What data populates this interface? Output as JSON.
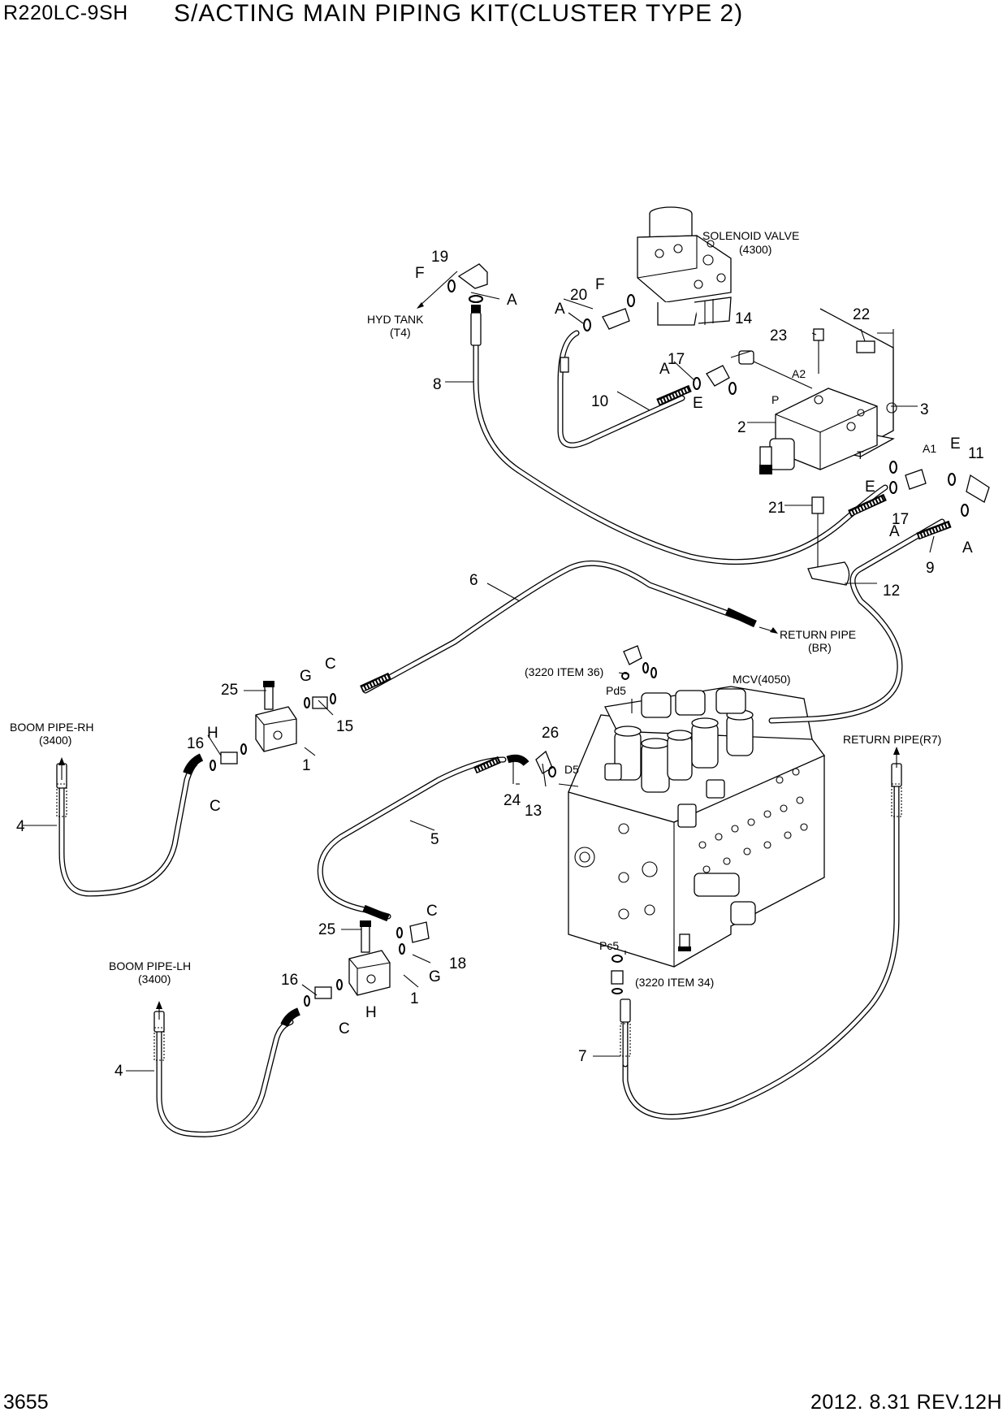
{
  "header": {
    "model": "R220LC-9SH",
    "title": "S/ACTING MAIN PIPING KIT(CLUSTER TYPE 2)"
  },
  "footer": {
    "page_number": "3655",
    "date_rev": "2012. 8.31  REV.12H"
  },
  "labels": {
    "solenoid_valve": "SOLENOID VALVE",
    "solenoid_valve_ref": "(4300)",
    "hyd_tank": "HYD TANK",
    "hyd_tank_ref": "(T4)",
    "return_pipe_br": "RETURN PIPE",
    "return_pipe_br_ref": "(BR)",
    "return_pipe_r7": "RETURN PIPE(R7)",
    "mcv": "MCV(4050)",
    "ref_3220_36": "(3220 ITEM 36)",
    "ref_3220_34": "(3220 ITEM 34)",
    "boom_pipe_rh": "BOOM PIPE-RH",
    "boom_pipe_rh_ref": "(3400)",
    "boom_pipe_lh": "BOOM PIPE-LH",
    "boom_pipe_lh_ref": "(3400)",
    "port_a2": "A2",
    "port_p": "P",
    "port_t": "T",
    "port_a1": "A1",
    "port_pd5": "Pd5",
    "port_d5": "D5",
    "port_pc5": "Pc5"
  },
  "callouts": {
    "n1a": "1",
    "n1b": "1",
    "n2": "2",
    "n3": "3",
    "n4a": "4",
    "n4b": "4",
    "n5": "5",
    "n6": "6",
    "n7": "7",
    "n8": "8",
    "n9": "9",
    "n10": "10",
    "n11": "11",
    "n12": "12",
    "n13": "13",
    "n14": "14",
    "n15": "15",
    "n16a": "16",
    "n16b": "16",
    "n17a": "17",
    "n17b": "17",
    "n18": "18",
    "n19": "19",
    "n20": "20",
    "n21": "21",
    "n22": "22",
    "n23": "23",
    "n24": "24",
    "n25a": "25",
    "n25b": "25",
    "n26": "26"
  },
  "letters": {
    "A1": "A",
    "A2": "A",
    "A3": "A",
    "A4": "A",
    "A5": "A",
    "F1": "F",
    "F2": "F",
    "E1": "E",
    "E2": "E",
    "E3": "E",
    "C1": "C",
    "C2": "C",
    "C3": "C",
    "C4": "C",
    "G1": "G",
    "G2": "G",
    "H1": "H",
    "H2": "H"
  }
}
